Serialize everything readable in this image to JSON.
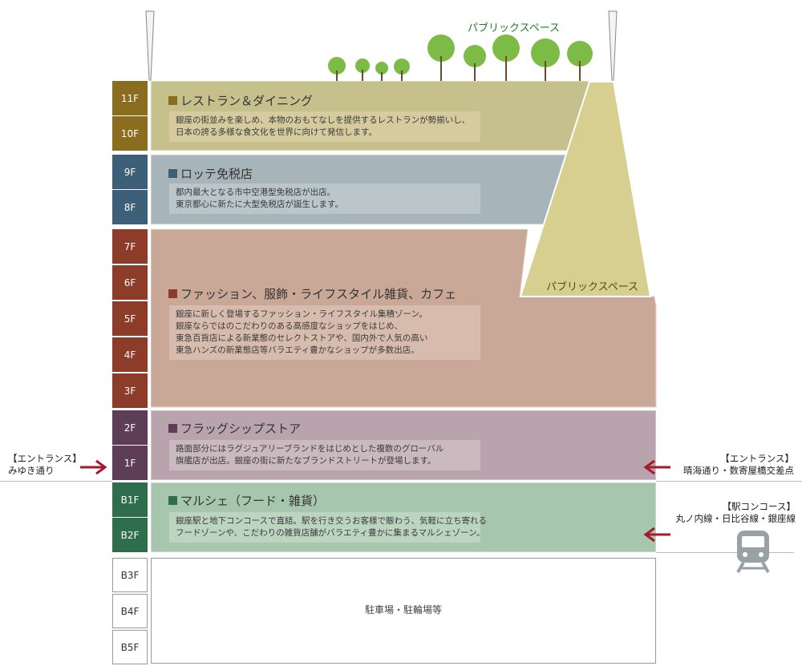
{
  "public_space_top": "パブリックスペース",
  "public_space_terrace": "パブリックスペース",
  "floors": {
    "f11": "11F",
    "f10": "10F",
    "f9": "9F",
    "f8": "8F",
    "f7": "7F",
    "f6": "6F",
    "f5": "5F",
    "f4": "4F",
    "f3": "3F",
    "f2": "2F",
    "f1": "1F",
    "b1": "B1F",
    "b2": "B2F",
    "b3": "B3F",
    "b4": "B4F",
    "b5": "B5F"
  },
  "sections": {
    "restaurant": {
      "title": "レストラン＆ダイニング",
      "desc1": "銀座の街並みを楽しめ、本物のおもてなしを提供するレストランが勢揃いし、",
      "desc2": "日本の誇る多様な食文化を世界に向けて発信します。"
    },
    "dutyfree": {
      "title": "ロッテ免税店",
      "desc1": "都内最大となる市中空港型免税店が出店。",
      "desc2": "東京都心に新たに大型免税店が誕生します。"
    },
    "fashion": {
      "title": "ファッション、服飾・ライフスタイル雑貨、カフェ",
      "desc1": "銀座に新しく登場するファッション・ライフスタイル集積ゾーン。",
      "desc2": "銀座ならではのこだわりのある高感度なショップをはじめ、",
      "desc3": "東急百貨店による新業態のセレクトストアや、国内外で人気の高い",
      "desc4": "東急ハンズの新業態店等バラエティ豊かなショップが多数出店。"
    },
    "flagship": {
      "title": "フラッグシップストア",
      "desc1": "路面部分にはラグジュアリーブランドをはじめとした複数のグローバル",
      "desc2": "旗艦店が出店。銀座の街に新たなブランドストリートが登場します。"
    },
    "marche": {
      "title": "マルシェ（フード・雑貨）",
      "desc1": "銀座駅と地下コンコースで直結。駅を行き交うお客様で賑わう、気軽に立ち寄れる",
      "desc2": "フードゾーンや、こだわりの雑貨店舗がバラエティ豊かに集まるマルシェゾーン。"
    },
    "parking": {
      "label": "駐車場・駐輪場等"
    }
  },
  "entrances": {
    "left_title": "【エントランス】",
    "left_name": "みゆき通り",
    "right_title": "【エントランス】",
    "right_name": "晴海通り・数寄屋橋交差点",
    "station_title": "【駅コンコース】",
    "station_name": "丸ノ内線・日比谷線・銀座線"
  },
  "colors": {
    "restaurant": "#8a6d1e",
    "dutyfree": "#3d5f78",
    "fashion": "#8c3c28",
    "flagship": "#5e3d56",
    "marche": "#2e6e4c",
    "public_text": "#1f7a2e",
    "arrow": "#a8182a"
  },
  "icons": [
    "train-icon",
    "entrance-arrow-icon",
    "tree-icon"
  ]
}
